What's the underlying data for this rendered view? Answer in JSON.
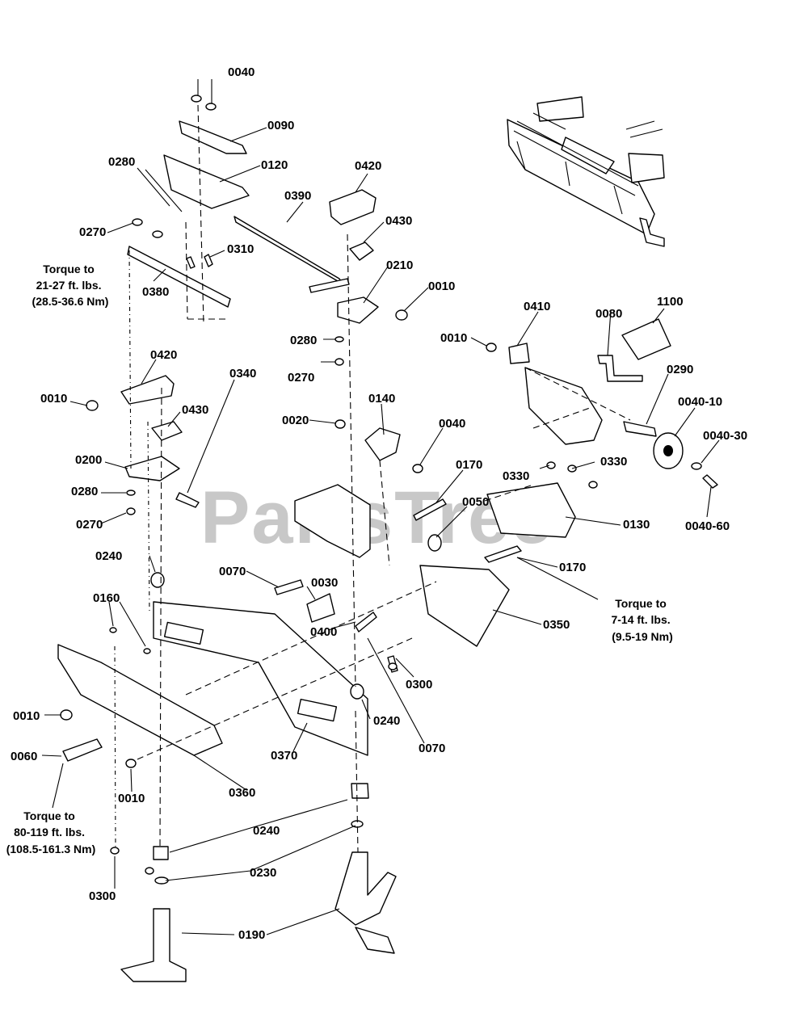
{
  "watermark": "PartsTree",
  "callouts": {
    "c0040_top": "0040",
    "c0090": "0090",
    "c0120": "0120",
    "c0280_a": "0280",
    "c0270_a": "0270",
    "c0310": "0310",
    "c0380": "0380",
    "c0390": "0390",
    "c0420_a": "0420",
    "c0430_a": "0430",
    "c0210": "0210",
    "c0010_a": "0010",
    "c0280_b": "0280",
    "c0270_b": "0270",
    "c0340": "0340",
    "c0420_b": "0420",
    "c0010_b": "0010",
    "c0430_b": "0430",
    "c0200": "0200",
    "c0280_c": "0280",
    "c0270_c": "0270",
    "c0140": "0140",
    "c0020": "0020",
    "c0040_b": "0040",
    "c0170_a": "0170",
    "c0050": "0050",
    "c0410": "0410",
    "c0080": "0080",
    "c1100": "1100",
    "c0010_c": "0010",
    "c0290": "0290",
    "c0040_10": "0040-10",
    "c0040_30": "0040-30",
    "c0040_60": "0040-60",
    "c0330_a": "0330",
    "c0330_b": "0330",
    "c0130": "0130",
    "c0170_b": "0170",
    "c0240_a": "0240",
    "c0070_a": "0070",
    "c0030": "0030",
    "c0160": "0160",
    "c0400": "0400",
    "c0350": "0350",
    "c0300_a": "0300",
    "c0010_d": "0010",
    "c0240_b": "0240",
    "c0070_b": "0070",
    "c0370": "0370",
    "c0060": "0060",
    "c0010_e": "0010",
    "c0360": "0360",
    "c0240_c": "0240",
    "c0230": "0230",
    "c0300_b": "0300",
    "c0190": "0190"
  },
  "torque_notes": {
    "t1": [
      "Torque to",
      "21-27 ft. lbs.",
      "(28.5-36.6 Nm)"
    ],
    "t2": [
      "Torque to",
      "7-14 ft. lbs.",
      "(9.5-19 Nm)"
    ],
    "t3": [
      "Torque to",
      "80-119 ft. lbs.",
      "(108.5-161.3 Nm)"
    ]
  }
}
